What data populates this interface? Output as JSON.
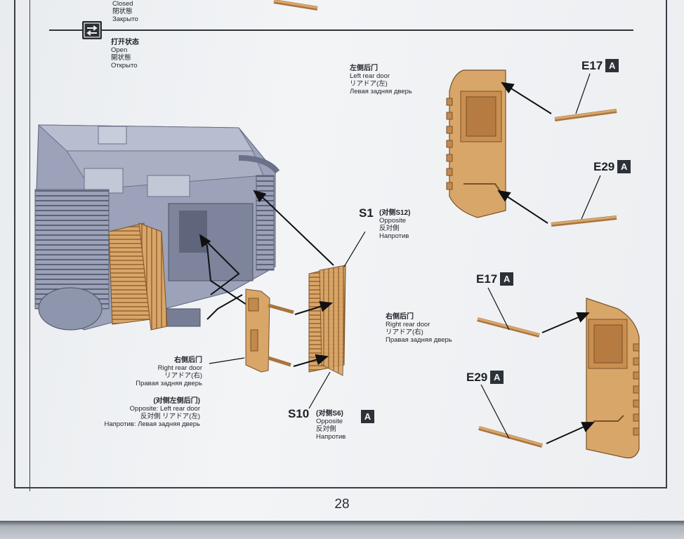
{
  "header": {
    "closed_state": [
      "Closed",
      "閉状態",
      "Закрыто"
    ],
    "open_state": [
      "打开状态",
      "Open",
      "開状態",
      "Открыто"
    ]
  },
  "labels": {
    "left_rear_door": [
      "左侧后门",
      "Left rear door",
      "リアドア(左)",
      "Левая задняя дверь"
    ],
    "right_rear_door_top": [
      "右侧后门",
      "Right rear door",
      "リアドア(右)",
      "Правая задняя дверь"
    ],
    "right_rear_door_bottom": [
      "右侧后门",
      "Right rear door",
      "リアドア(右)",
      "Правая задняя дверь"
    ],
    "opposite_left": [
      "(对侧左侧后门)",
      "Opposite: Left rear door",
      "反対側 リアドア(左)",
      "Напротив: Левая задняя дверь"
    ]
  },
  "parts": {
    "s1": {
      "code": "S1",
      "note": "(对侧S12)",
      "sub": [
        "Opposite",
        "反対側",
        "Напротив"
      ]
    },
    "s10": {
      "code": "S10",
      "note": "(对侧S6)",
      "sub": [
        "Opposite",
        "反対側",
        "Напротив"
      ],
      "badge": "A"
    },
    "e17_top": {
      "code": "E17",
      "badge": "A"
    },
    "e29_top": {
      "code": "E29",
      "badge": "A"
    },
    "e17_bottom": {
      "code": "E17",
      "badge": "A"
    },
    "e29_bottom": {
      "code": "E29",
      "badge": "A"
    }
  },
  "page_number": "28",
  "colors": {
    "part_tan": "#d9a66a",
    "part_shadow": "#a8743e",
    "hull_grey": "#8e96ad",
    "hull_dark": "#5c6378",
    "ink": "#22262c"
  },
  "icons": {
    "state_swap": "swap-arrows-icon"
  }
}
